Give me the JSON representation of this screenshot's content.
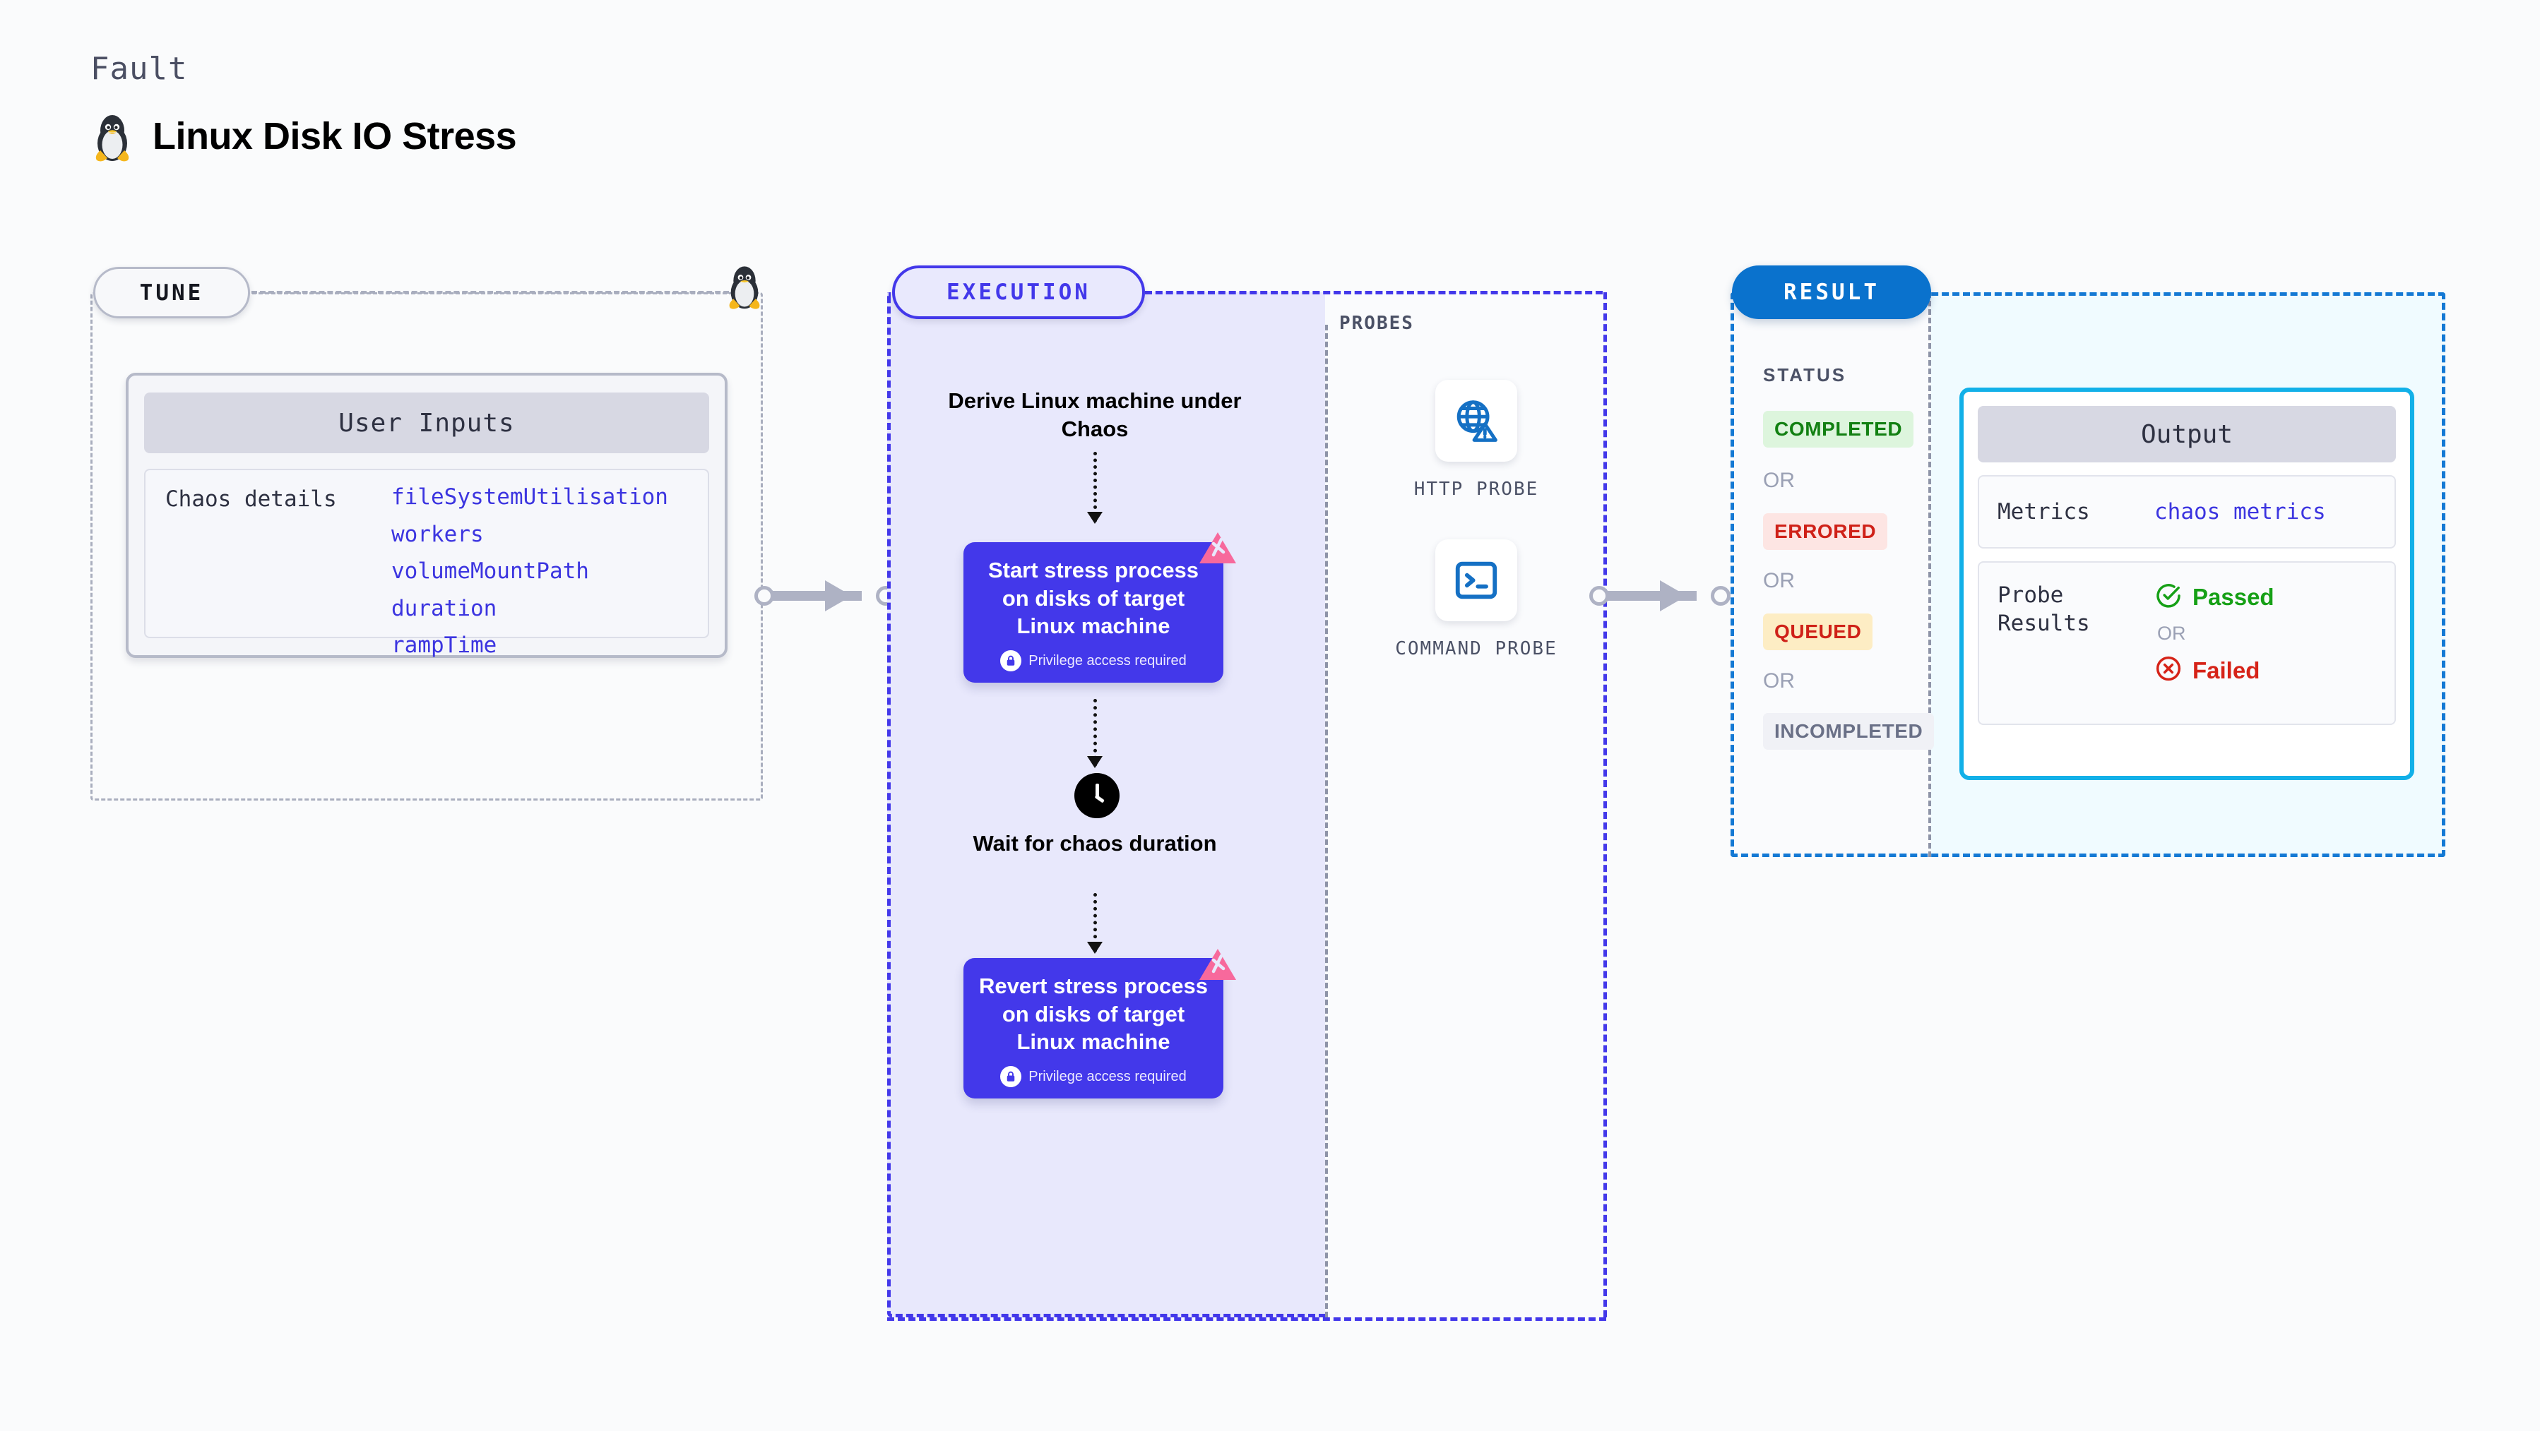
{
  "header": {
    "kicker": "Fault",
    "title": "Linux Disk IO Stress",
    "icon": "linux-penguin-icon"
  },
  "tune": {
    "badge": "TUNE",
    "card_title": "User Inputs",
    "details_key": "Chaos details",
    "inputs": [
      "fileSystemUtilisation",
      "workers",
      "volumeMountPath",
      "duration",
      "rampTime"
    ]
  },
  "execution": {
    "badge": "EXECUTION",
    "steps": [
      {
        "type": "text",
        "label": "Derive Linux machine under Chaos"
      },
      {
        "type": "action",
        "label": "Start stress process on disks of target Linux machine",
        "note": "Privilege access required",
        "icon": "lock-icon",
        "badge_icon": "litmus-logo-icon"
      },
      {
        "type": "wait",
        "label": "Wait for chaos duration",
        "icon": "clock-icon"
      },
      {
        "type": "action",
        "label": "Revert stress process on disks of target Linux machine",
        "note": "Privilege access required",
        "icon": "lock-icon",
        "badge_icon": "litmus-logo-icon"
      }
    ]
  },
  "probes": {
    "label": "PROBES",
    "items": [
      {
        "caption": "HTTP PROBE",
        "icon": "globe-warning-icon"
      },
      {
        "caption": "COMMAND PROBE",
        "icon": "terminal-icon"
      }
    ]
  },
  "result": {
    "badge": "RESULT",
    "status_label": "STATUS",
    "or_label": "OR",
    "statuses": [
      {
        "label": "COMPLETED",
        "bg": "#ddf5dd",
        "fg": "#128012"
      },
      {
        "label": "ERRORED",
        "bg": "#fde5e3",
        "fg": "#cf2118"
      },
      {
        "label": "QUEUED",
        "bg": "#fdedc4",
        "fg": "#cf2118"
      },
      {
        "label": "INCOMPLETED",
        "bg": "#f0f1f6",
        "fg": "#6a7087"
      }
    ],
    "output": {
      "title": "Output",
      "metrics_key": "Metrics",
      "metrics_value": "chaos metrics",
      "probe_results_key": "Probe Results",
      "passed_label": "Passed",
      "failed_label": "Failed",
      "or_label": "OR",
      "passed_icon": "check-circle-icon",
      "failed_icon": "x-circle-icon"
    }
  },
  "colors": {
    "page_bg": "#fafbfc",
    "tune_border": "#a9aebe",
    "execution_accent": "#4338ea",
    "execution_bg": "#e8e8fc",
    "result_accent": "#1479d4",
    "result_badge": "#0a72cd",
    "output_border": "#12b0e8",
    "output_bg": "#f0fbff",
    "probe_icon": "#1570c4",
    "litmus_pink": "#f7699c",
    "connector": "#aeb2c4"
  }
}
